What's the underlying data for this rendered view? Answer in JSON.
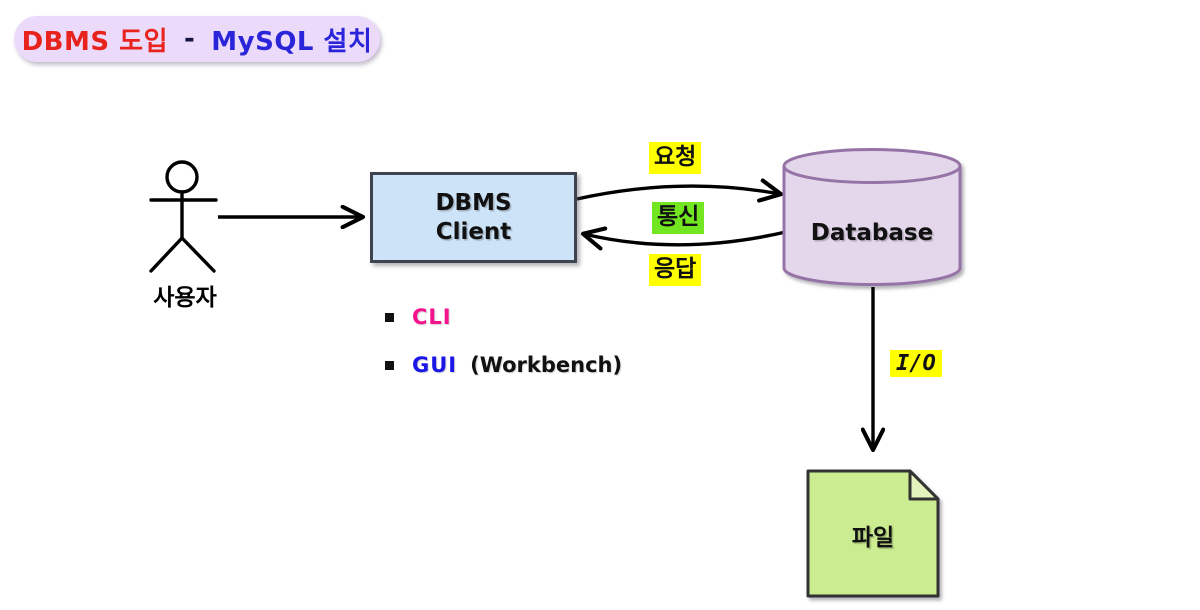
{
  "title": {
    "part1": "DBMS 도입",
    "separator": "-",
    "part2": "MySQL 설치",
    "part1_color": "#e8231e",
    "part2_color": "#2b25d9",
    "background": "#ecdafb"
  },
  "actor": {
    "label": "사용자"
  },
  "client_box": {
    "line1": "DBMS",
    "line2": "Client",
    "fill": "#cde3f7",
    "border": "#3d4450"
  },
  "flow_labels": {
    "request": {
      "text": "요청",
      "highlight": "#ffff00"
    },
    "comm": {
      "text": "통신",
      "highlight": "#72e621"
    },
    "response": {
      "text": "응답",
      "highlight": "#ffff00"
    },
    "io": {
      "text": "I/O",
      "highlight": "#ffff00"
    }
  },
  "database": {
    "label": "Database",
    "fill": "#e4d7eb",
    "stroke": "#9673a6"
  },
  "file": {
    "label": "파일",
    "fill": "#cbec90",
    "fold_fill": "#e3f3bd"
  },
  "bullets": [
    {
      "term": "CLI",
      "term_color": "#f5128d",
      "suffix": ""
    },
    {
      "term": "GUI",
      "term_color": "#1a16e8",
      "suffix": "(Workbench)"
    }
  ]
}
